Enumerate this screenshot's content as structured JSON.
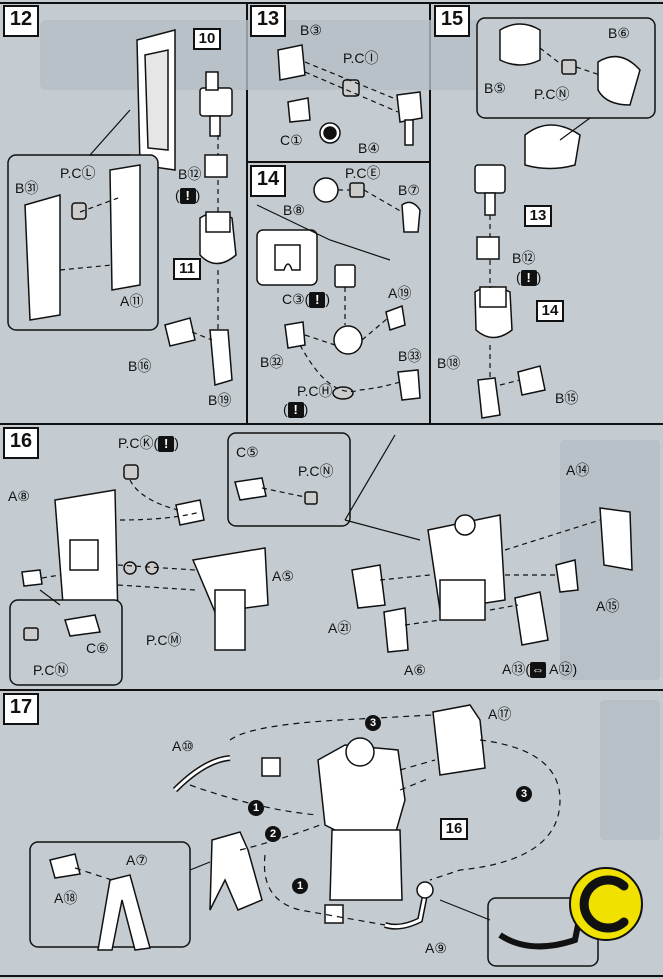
{
  "steps": [
    {
      "number": "12"
    },
    {
      "number": "13"
    },
    {
      "number": "14"
    },
    {
      "number": "15"
    },
    {
      "number": "16"
    },
    {
      "number": "17"
    }
  ],
  "refs": {
    "r10": "10",
    "r11": "11",
    "r13": "13",
    "r14": "14",
    "r16": "16"
  },
  "labels": {
    "warn": "!",
    "swap": "⇔",
    "order": {
      "1": "1",
      "2": "2",
      "3": "3"
    },
    "s12": [
      "B㉛",
      "P.CⓁ",
      "A⑪",
      "B⑫",
      "B⑯",
      "B⑲"
    ],
    "s13": [
      "B③",
      "P.CⒾ",
      "C①",
      "B④"
    ],
    "s14": [
      "P.CⒺ",
      "B⑦",
      "B⑧",
      "C③",
      "A⑲",
      "B㉜",
      "B㉝",
      "P.CⒽ"
    ],
    "s15": [
      "B⑥",
      "B⑤",
      "P.CⓃ",
      "B⑫",
      "B⑱",
      "B⑮"
    ],
    "s16": [
      "P.CⓀ",
      "C⑤",
      "P.CⓃ",
      "A⑧",
      "A⑤",
      "P.CⓂ",
      "C⑥",
      "P.CⓃ",
      "A⑭",
      "A⑮",
      "A㉑",
      "A⑥",
      "A⑬",
      "A⑫"
    ],
    "s17": [
      "A⑰",
      "A⑩",
      "A⑦",
      "A⑱",
      "A⑨"
    ]
  }
}
